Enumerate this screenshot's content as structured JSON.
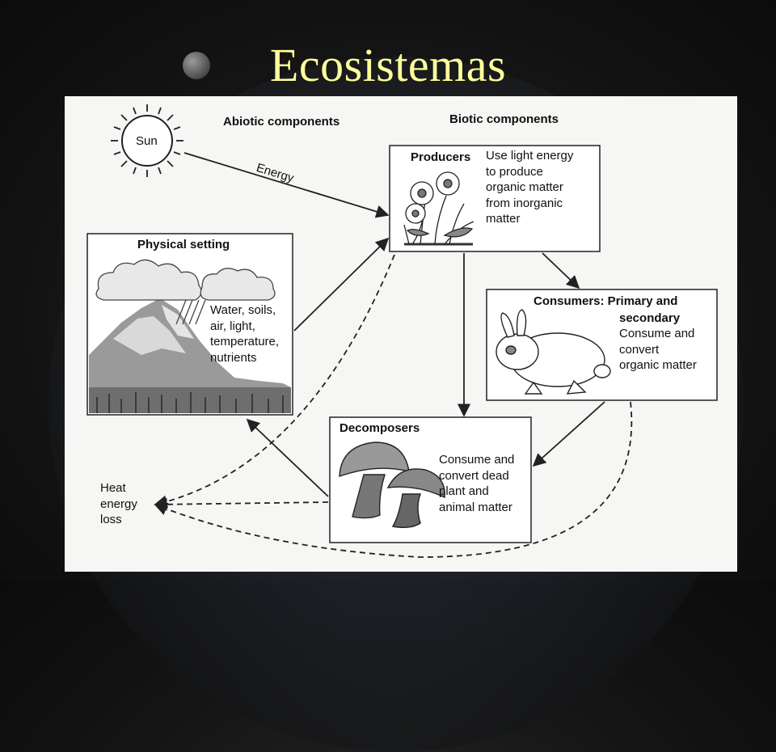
{
  "slide": {
    "title": "Ecosistemas"
  },
  "diagram": {
    "headings": {
      "abiotic": "Abiotic components",
      "biotic": "Biotic components"
    },
    "sun": {
      "label": "Sun"
    },
    "energy_label": "Energy",
    "physical_setting": {
      "title": "Physical setting",
      "text": [
        "Water, soils,",
        "air, light,",
        "temperature,",
        "nutrients"
      ]
    },
    "producers": {
      "title": "Producers",
      "text": [
        "Use light energy",
        "to produce",
        "organic matter",
        "from inorganic",
        "matter"
      ]
    },
    "consumers": {
      "title": "Consumers: Primary and",
      "title2": "secondary",
      "text": [
        "Consume and",
        "convert",
        "organic matter"
      ]
    },
    "decomposers": {
      "title": "Decomposers",
      "text": [
        "Consume and",
        "convert dead",
        "plant and",
        "animal matter"
      ]
    },
    "heat": {
      "text": [
        "Heat",
        "energy",
        "loss"
      ]
    }
  }
}
